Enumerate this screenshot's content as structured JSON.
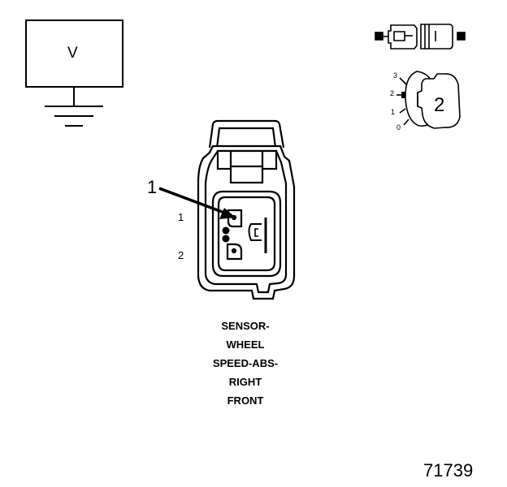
{
  "meter": {
    "label": "V"
  },
  "pins": [
    {
      "number": "1"
    },
    {
      "number": "2"
    }
  ],
  "callout": {
    "number": "1"
  },
  "switch_scale": {
    "ticks": [
      "3",
      "2",
      "1",
      "0"
    ],
    "position_label": "2"
  },
  "caption": {
    "lines": [
      "SENSOR-",
      "WHEEL",
      "SPEED-ABS-",
      "RIGHT",
      "FRONT"
    ]
  },
  "figure_number": "71739",
  "colors": {
    "ink": "#000000",
    "paper": "#ffffff"
  }
}
